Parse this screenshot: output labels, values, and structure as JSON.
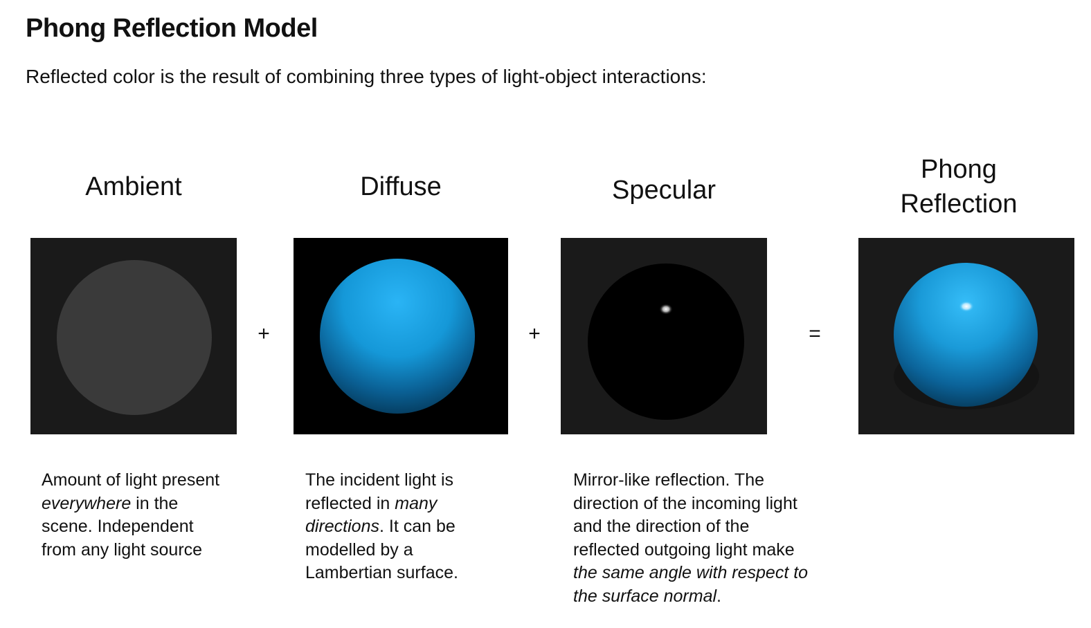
{
  "header": {
    "title": "Phong Reflection Model",
    "subtitle": "Reflected color is the result of combining three types of light-object interactions:"
  },
  "columns": {
    "ambient": {
      "label": "Ambient",
      "desc": {
        "p1": "Amount of light present ",
        "em1": "everywhere",
        "p2": " in the scene. Independent from any light source"
      }
    },
    "diffuse": {
      "label": "Diffuse",
      "desc": {
        "p1": "The incident light is reflected in ",
        "em1": "many directions",
        "p2": ". It can be modelled by a Lambertian surface."
      }
    },
    "specular": {
      "label": "Specular",
      "desc": {
        "p1": "Mirror-like reflection. The direction of the incoming light and the direction of the reflected outgoing light make ",
        "em1": "the same angle with respect to the surface normal",
        "p2": "."
      }
    },
    "phong": {
      "label_line1": "Phong",
      "label_line2": "Reflection"
    }
  },
  "operators": {
    "plus1": "+",
    "plus2": "+",
    "equals": "="
  },
  "colors": {
    "panel_bg": "#1a1a1a",
    "ambient_sphere": "#3a3a3a",
    "diffuse_light": "#2ab4f5",
    "diffuse_dark": "#04324f",
    "specular_highlight": "#ffffff"
  }
}
